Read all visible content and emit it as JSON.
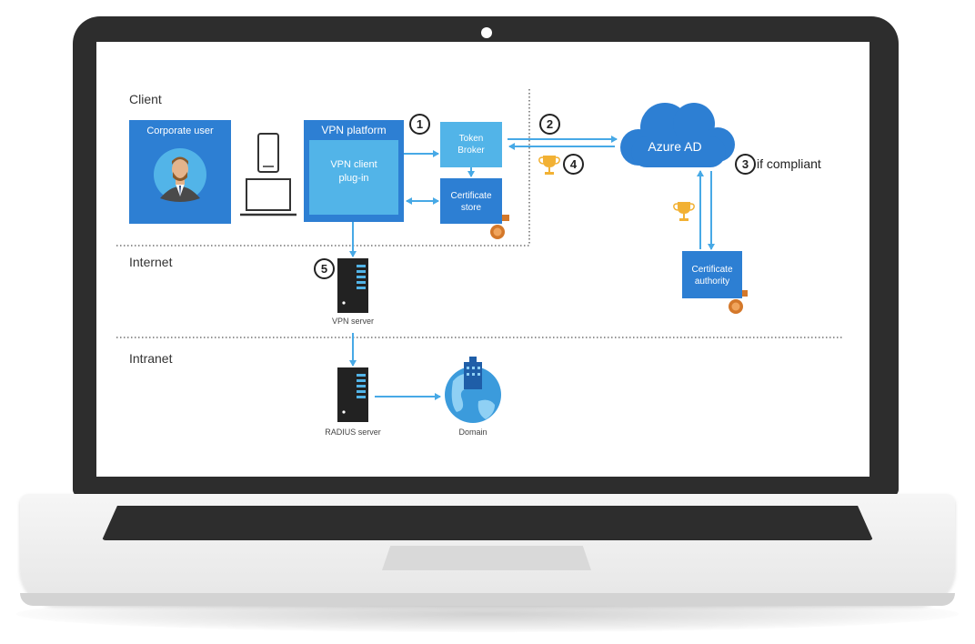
{
  "zones": {
    "client": "Client",
    "internet": "Internet",
    "intranet": "Intranet"
  },
  "corporate_user": "Corporate user",
  "vpn_platform": "VPN platform",
  "vpn_plugin": [
    "VPN client",
    "plug-in"
  ],
  "token_broker": [
    "Token",
    "Broker"
  ],
  "certificate_store": [
    "Certificate",
    "store"
  ],
  "azure_ad": "Azure AD",
  "if_compliant": "if compliant",
  "certificate_authority": [
    "Certificate",
    "authority"
  ],
  "vpn_server": "VPN server",
  "radius_server": "RADIUS server",
  "domain": "Domain",
  "steps": [
    "1",
    "2",
    "3",
    "4",
    "5"
  ],
  "colors": {
    "primary_blue": "#2d7fd3",
    "light_blue": "#52b4e8",
    "arrow": "#47a9e6",
    "badge": "#d4782a",
    "trophy": "#f2b134"
  },
  "icons": [
    "user-avatar",
    "phone-icon",
    "laptop-icon",
    "server-icon",
    "globe-icon",
    "trophy-icon",
    "certificate-badge-icon",
    "cloud-icon"
  ]
}
